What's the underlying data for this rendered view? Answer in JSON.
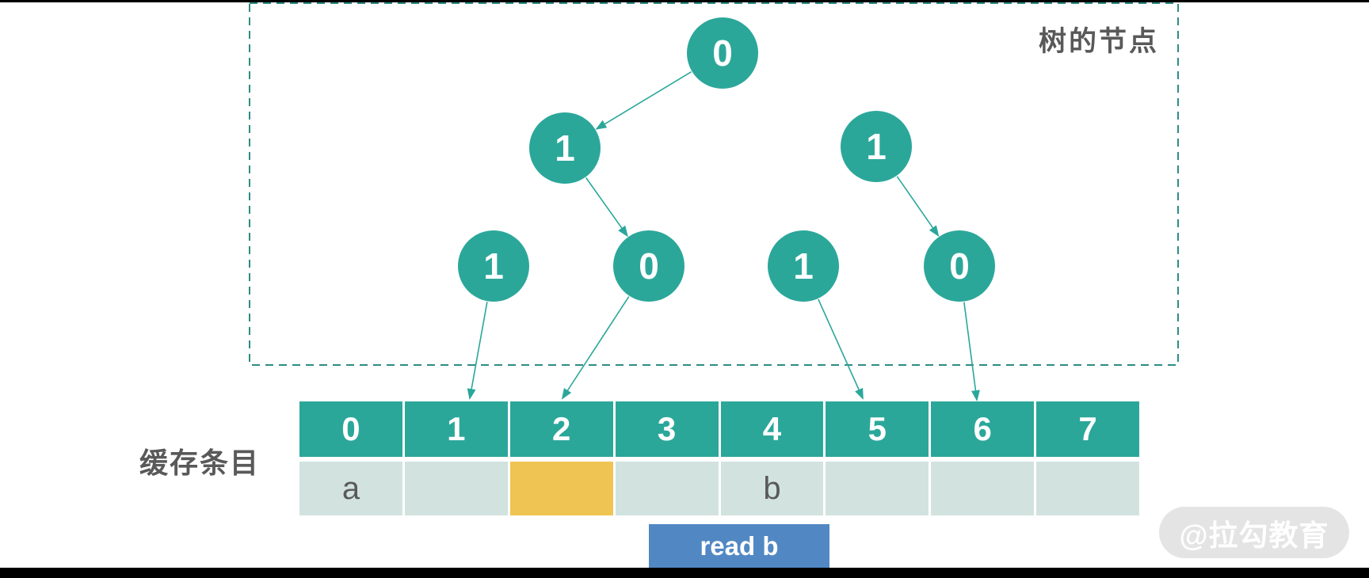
{
  "colors": {
    "node_teal": "#2BA79A",
    "dashed_border_teal": "#2E8C85",
    "cell_light": "#D2E3DF",
    "cell_highlight_yellow": "#F0C452",
    "button_blue": "#5188C4",
    "label_gray": "#595959",
    "watermark_gray": "#E4E4E4",
    "frame_black": "#000000"
  },
  "tree": {
    "region_label": "树的节点",
    "nodes": [
      {
        "id": "root",
        "label": "0"
      },
      {
        "id": "level2-left",
        "label": "1"
      },
      {
        "id": "level2-right",
        "label": "1"
      },
      {
        "id": "leaf-a",
        "label": "1"
      },
      {
        "id": "leaf-b",
        "label": "0"
      },
      {
        "id": "leaf-c",
        "label": "1"
      },
      {
        "id": "leaf-d",
        "label": "0"
      }
    ]
  },
  "cache": {
    "label": "缓存条目",
    "headers": [
      "0",
      "1",
      "2",
      "3",
      "4",
      "5",
      "6",
      "7"
    ],
    "entries": [
      "a",
      "",
      "",
      "",
      "b",
      "",
      "",
      ""
    ],
    "highlighted_index": 2
  },
  "action_button": {
    "label": "read b"
  },
  "watermark": {
    "text": "@拉勾教育"
  }
}
